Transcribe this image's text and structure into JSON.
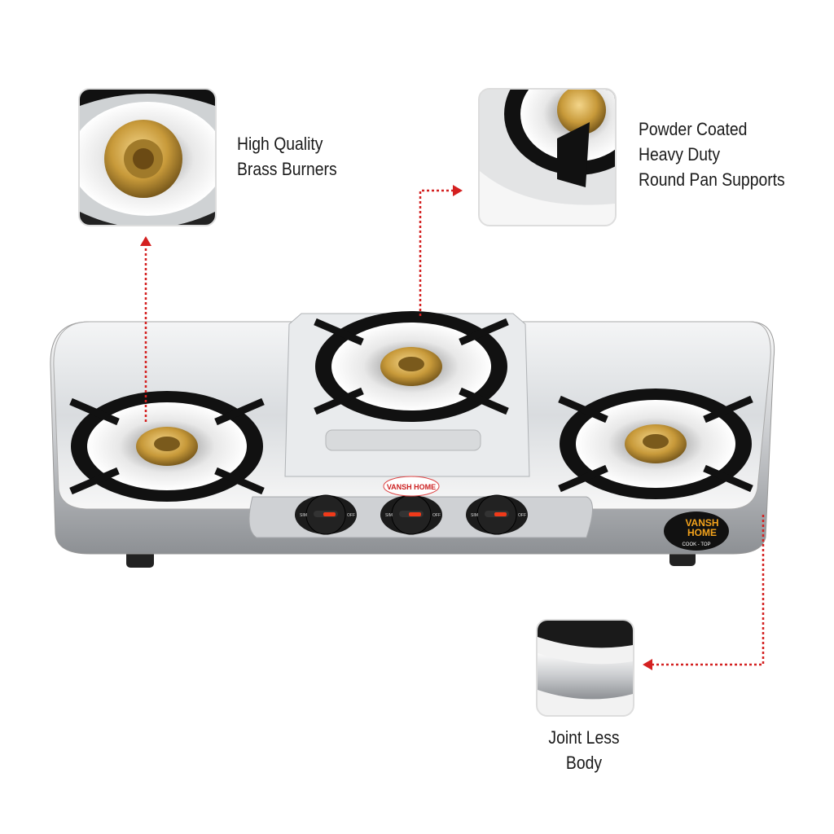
{
  "features": [
    {
      "lines": [
        "High Quality",
        "Brass Burners"
      ]
    },
    {
      "lines": [
        "Powder Coated",
        "Heavy Duty",
        "Round Pan Supports"
      ]
    },
    {
      "lines": [
        "Joint Less",
        "Body"
      ]
    }
  ],
  "product": {
    "brand_badge": [
      "VANSH",
      "HOME"
    ],
    "badge_subtitle": "COOK - TOP",
    "knob_labels": {
      "left": "SIM",
      "right": "OFF"
    },
    "burner_count": 3
  },
  "colors": {
    "arrow": "#d42020",
    "brass": "#c89a3a",
    "steel": "#e4e6e8",
    "knob_marker": "#f03a1a",
    "pan_support": "#111111"
  },
  "icons": [
    "arrow-up-icon",
    "arrow-right-icon",
    "arrow-left-icon"
  ]
}
